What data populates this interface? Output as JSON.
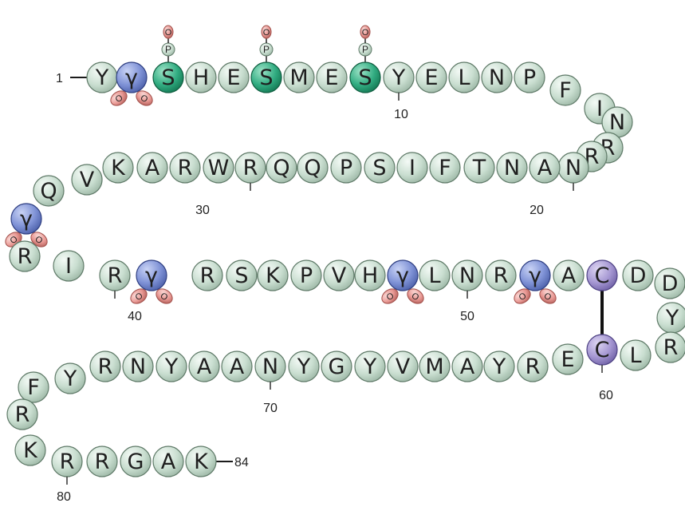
{
  "colors": {
    "default": "#c7ddcf",
    "gla": "#7e8fd0",
    "phospho": "#2eaa7f",
    "cys": "#a79ad0",
    "oxygen": "#e79b98",
    "line": "#1b1b1b"
  },
  "sequence": [
    {
      "n": 1,
      "aa": "Y",
      "type": "default"
    },
    {
      "n": 2,
      "aa": "γ",
      "type": "gla"
    },
    {
      "n": 3,
      "aa": "S",
      "type": "phospho"
    },
    {
      "n": 4,
      "aa": "H",
      "type": "default"
    },
    {
      "n": 5,
      "aa": "E",
      "type": "default"
    },
    {
      "n": 6,
      "aa": "S",
      "type": "phospho"
    },
    {
      "n": 7,
      "aa": "M",
      "type": "default"
    },
    {
      "n": 8,
      "aa": "E",
      "type": "default"
    },
    {
      "n": 9,
      "aa": "S",
      "type": "phospho"
    },
    {
      "n": 10,
      "aa": "Y",
      "type": "default"
    },
    {
      "n": 11,
      "aa": "E",
      "type": "default"
    },
    {
      "n": 12,
      "aa": "L",
      "type": "default"
    },
    {
      "n": 13,
      "aa": "N",
      "type": "default"
    },
    {
      "n": 14,
      "aa": "P",
      "type": "default"
    },
    {
      "n": 15,
      "aa": "F",
      "type": "default"
    },
    {
      "n": 16,
      "aa": "I",
      "type": "default"
    },
    {
      "n": 17,
      "aa": "N",
      "type": "default"
    },
    {
      "n": 18,
      "aa": "R",
      "type": "default"
    },
    {
      "n": 19,
      "aa": "R",
      "type": "default"
    },
    {
      "n": 20,
      "aa": "N",
      "type": "default"
    },
    {
      "n": 21,
      "aa": "A",
      "type": "default"
    },
    {
      "n": 22,
      "aa": "N",
      "type": "default"
    },
    {
      "n": 23,
      "aa": "T",
      "type": "default"
    },
    {
      "n": 24,
      "aa": "F",
      "type": "default"
    },
    {
      "n": 25,
      "aa": "I",
      "type": "default"
    },
    {
      "n": 26,
      "aa": "S",
      "type": "default"
    },
    {
      "n": 27,
      "aa": "P",
      "type": "default"
    },
    {
      "n": 28,
      "aa": "Q",
      "type": "default"
    },
    {
      "n": 29,
      "aa": "Q",
      "type": "default"
    },
    {
      "n": 30,
      "aa": "R",
      "type": "default"
    },
    {
      "n": 31,
      "aa": "W",
      "type": "default"
    },
    {
      "n": 32,
      "aa": "R",
      "type": "default"
    },
    {
      "n": 33,
      "aa": "A",
      "type": "default"
    },
    {
      "n": 34,
      "aa": "K",
      "type": "default"
    },
    {
      "n": 35,
      "aa": "V",
      "type": "default"
    },
    {
      "n": 36,
      "aa": "Q",
      "type": "default"
    },
    {
      "n": 37,
      "aa": "γ",
      "type": "gla"
    },
    {
      "n": 38,
      "aa": "R",
      "type": "default"
    },
    {
      "n": 39,
      "aa": "I",
      "type": "default"
    },
    {
      "n": 40,
      "aa": "R",
      "type": "default"
    },
    {
      "n": 41,
      "aa": "γ",
      "type": "gla"
    },
    {
      "n": 42,
      "aa": "R",
      "type": "default"
    },
    {
      "n": 43,
      "aa": "S",
      "type": "default"
    },
    {
      "n": 44,
      "aa": "K",
      "type": "default"
    },
    {
      "n": 45,
      "aa": "P",
      "type": "default"
    },
    {
      "n": 46,
      "aa": "V",
      "type": "default"
    },
    {
      "n": 47,
      "aa": "H",
      "type": "default"
    },
    {
      "n": 48,
      "aa": "γ",
      "type": "gla"
    },
    {
      "n": 49,
      "aa": "L",
      "type": "default"
    },
    {
      "n": 50,
      "aa": "N",
      "type": "default"
    },
    {
      "n": 51,
      "aa": "R",
      "type": "default"
    },
    {
      "n": 52,
      "aa": "γ",
      "type": "gla"
    },
    {
      "n": 53,
      "aa": "A",
      "type": "default"
    },
    {
      "n": 54,
      "aa": "C",
      "type": "cys"
    },
    {
      "n": 55,
      "aa": "D",
      "type": "default"
    },
    {
      "n": 56,
      "aa": "D",
      "type": "default"
    },
    {
      "n": 57,
      "aa": "Y",
      "type": "default"
    },
    {
      "n": 58,
      "aa": "R",
      "type": "default"
    },
    {
      "n": 59,
      "aa": "L",
      "type": "default"
    },
    {
      "n": 60,
      "aa": "C",
      "type": "cys"
    },
    {
      "n": 61,
      "aa": "E",
      "type": "default"
    },
    {
      "n": 62,
      "aa": "R",
      "type": "default"
    },
    {
      "n": 63,
      "aa": "Y",
      "type": "default"
    },
    {
      "n": 64,
      "aa": "A",
      "type": "default"
    },
    {
      "n": 65,
      "aa": "M",
      "type": "default"
    },
    {
      "n": 66,
      "aa": "V",
      "type": "default"
    },
    {
      "n": 67,
      "aa": "Y",
      "type": "default"
    },
    {
      "n": 68,
      "aa": "G",
      "type": "default"
    },
    {
      "n": 69,
      "aa": "Y",
      "type": "default"
    },
    {
      "n": 70,
      "aa": "N",
      "type": "default"
    },
    {
      "n": 71,
      "aa": "A",
      "type": "default"
    },
    {
      "n": 72,
      "aa": "A",
      "type": "default"
    },
    {
      "n": 73,
      "aa": "Y",
      "type": "default"
    },
    {
      "n": 74,
      "aa": "N",
      "type": "default"
    },
    {
      "n": 75,
      "aa": "R",
      "type": "default"
    },
    {
      "n": 76,
      "aa": "Y",
      "type": "default"
    },
    {
      "n": 77,
      "aa": "F",
      "type": "default"
    },
    {
      "n": 78,
      "aa": "R",
      "type": "default"
    },
    {
      "n": 79,
      "aa": "K",
      "type": "default"
    },
    {
      "n": 80,
      "aa": "R",
      "type": "default"
    },
    {
      "n": 81,
      "aa": "R",
      "type": "default"
    },
    {
      "n": 82,
      "aa": "G",
      "type": "default"
    },
    {
      "n": 83,
      "aa": "A",
      "type": "default"
    },
    {
      "n": 84,
      "aa": "K",
      "type": "default"
    }
  ],
  "position_labels": [
    "1",
    "10",
    "20",
    "30",
    "40",
    "50",
    "60",
    "70",
    "80",
    "84"
  ],
  "phospho_label": "P",
  "oxygen_label": "O",
  "disulfide": [
    54,
    60
  ]
}
